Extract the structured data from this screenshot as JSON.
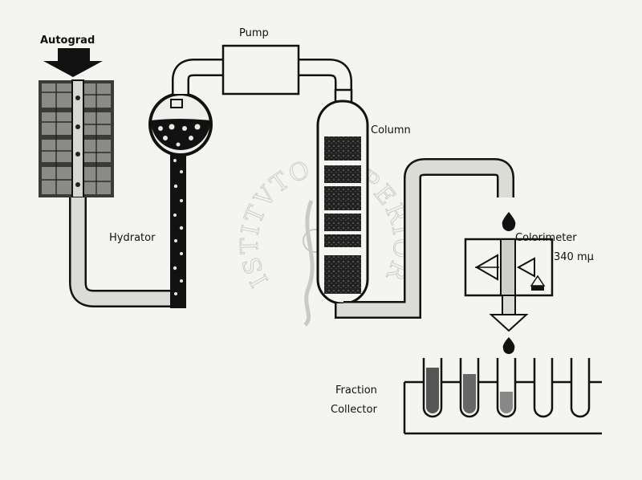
{
  "labels": {
    "autograd": "Autograd",
    "pump": "Pump",
    "column": "Column",
    "hydrator": "Hydrator",
    "colorimeter": "Colorimeter",
    "wavelength": "340 mμ",
    "fraction": "Fraction",
    "collector": "Collector"
  },
  "watermark": {
    "text": "ISTITVTO SVPERIORE DI SANITÀ"
  },
  "colors": {
    "ink": "#111111",
    "paper": "#f4f4f1",
    "tube_fill": "#dcdcd6",
    "watermark": "#c9c9c6"
  }
}
